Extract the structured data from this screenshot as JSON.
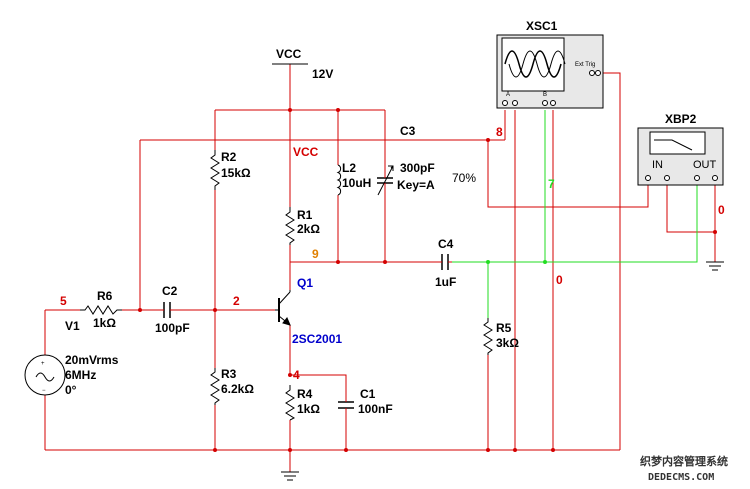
{
  "colors": {
    "wire": "#d40000",
    "green": "#22dd22",
    "blue": "#0000cc",
    "component": "#000000",
    "net_orange": "#e08000",
    "instrument_bg": "#e8e8e8",
    "screen_bg": "#ffffff"
  },
  "power": {
    "vcc_label": "VCC",
    "voltage": "12V",
    "vcc_net_label": "VCC"
  },
  "instruments": {
    "xsc1": {
      "name": "XSC1",
      "trig_label": "Ext Trig",
      "ch_a": "A",
      "ch_b": "B"
    },
    "xbp2": {
      "name": "XBP2",
      "in_label": "IN",
      "out_label": "OUT"
    }
  },
  "components": {
    "c3": {
      "ref": "C3",
      "value": "300pF",
      "key": "Key=A",
      "percent": "70%"
    },
    "r2": {
      "ref": "R2",
      "value": "15kΩ"
    },
    "l2": {
      "ref": "L2",
      "value": "10uH"
    },
    "r1": {
      "ref": "R1",
      "value": "2kΩ"
    },
    "r6": {
      "ref": "R6",
      "value": "1kΩ"
    },
    "c2": {
      "ref": "C2",
      "value": "100pF"
    },
    "q1": {
      "ref": "Q1",
      "model": "2SC2001"
    },
    "c4": {
      "ref": "C4",
      "value": "1uF"
    },
    "r5": {
      "ref": "R5",
      "value": "3kΩ"
    },
    "r3": {
      "ref": "R3",
      "value": "6.2kΩ"
    },
    "r4": {
      "ref": "R4",
      "value": "1kΩ"
    },
    "c1": {
      "ref": "C1",
      "value": "100nF"
    },
    "v1": {
      "ref": "V1",
      "amplitude": "20mVrms",
      "frequency": "6MHz",
      "phase": "0°"
    }
  },
  "nets": {
    "n5": "5",
    "n2": "2",
    "n8": "8",
    "n7": "7",
    "n9": "9",
    "n4": "4",
    "n0a": "0",
    "n0b": "0"
  },
  "watermark": {
    "line1": "织梦内容管理系统",
    "line2": "DEDECMS.COM"
  }
}
